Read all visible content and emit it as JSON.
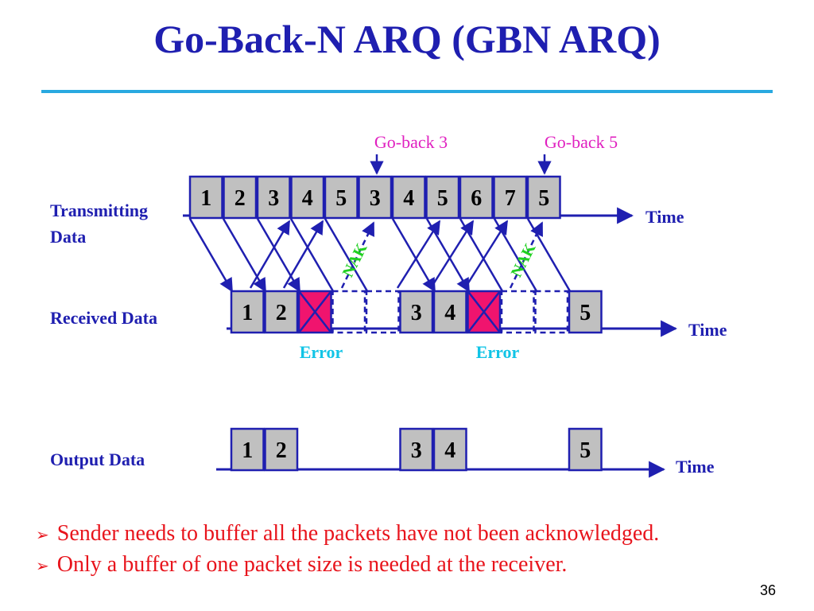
{
  "title": "Go-Back-N ARQ (GBN ARQ)",
  "labels": {
    "go_back_3": "Go-back 3",
    "go_back_5": "Go-back 5",
    "transmitting_line1": "Transmitting",
    "transmitting_line2": "Data",
    "received": "Received Data",
    "output": "Output Data",
    "time": "Time",
    "error": "Error",
    "nak": "NAK"
  },
  "transmitted_packets": [
    "1",
    "2",
    "3",
    "4",
    "5",
    "3",
    "4",
    "5",
    "6",
    "7",
    "5"
  ],
  "received_packets": [
    "1",
    "2",
    "X",
    "",
    "",
    "3",
    "4",
    "X",
    "",
    "",
    "5"
  ],
  "output_packets": [
    "1",
    "2",
    "",
    "",
    "",
    "3",
    "4",
    "",
    "",
    "",
    "5"
  ],
  "bullets": [
    "Sender needs to buffer all the packets have not been acknowledged.",
    "Only a buffer of one packet size is needed at the receiver."
  ],
  "page_number": "36",
  "colors": {
    "title": "#1f1fb0",
    "rule": "#29a9e0",
    "packet_fill": "#c0c0c0",
    "error_fill": "#f0146e",
    "go_back": "#e020c0",
    "error_text": "#11c4e6",
    "nak": "#20d020",
    "labels": "#1f1fb0",
    "bullet": "#e8141c"
  }
}
